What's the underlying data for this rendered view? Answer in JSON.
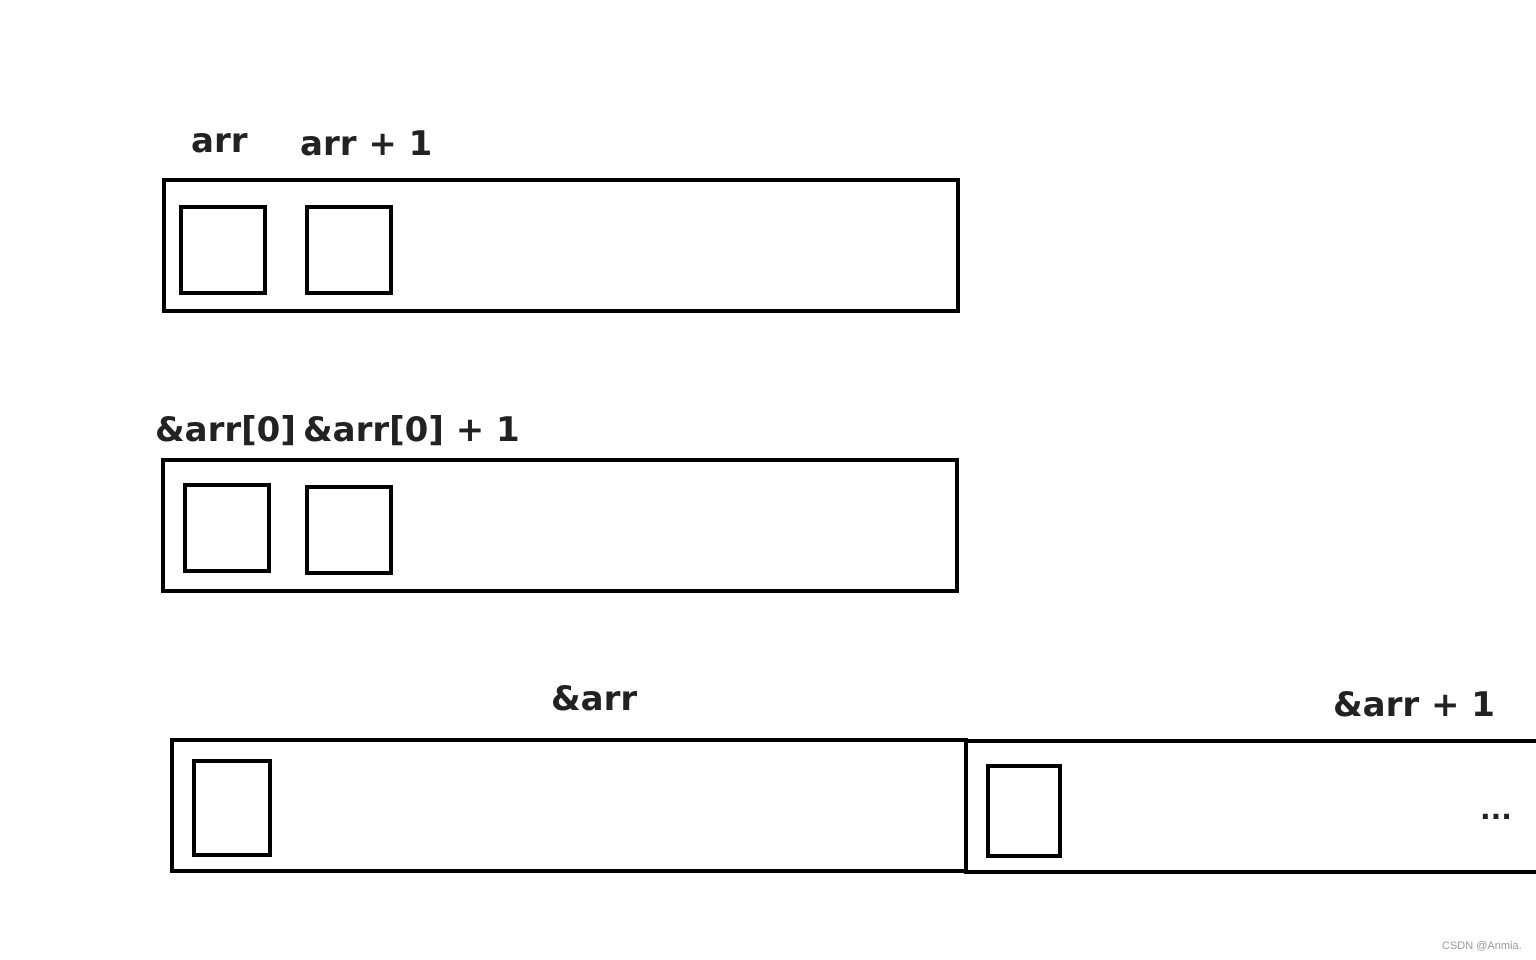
{
  "row1": {
    "label_a": "arr",
    "label_b": "arr + 1"
  },
  "row2": {
    "label_a": "&arr[0]",
    "label_b": "&arr[0] + 1"
  },
  "row3": {
    "label_a": "&arr",
    "label_b": "&arr + 1",
    "ellipsis": "..."
  },
  "watermark": "CSDN @Anmia.",
  "colors": {
    "stroke": "#000000",
    "text": "#222222",
    "background": "#ffffff"
  }
}
